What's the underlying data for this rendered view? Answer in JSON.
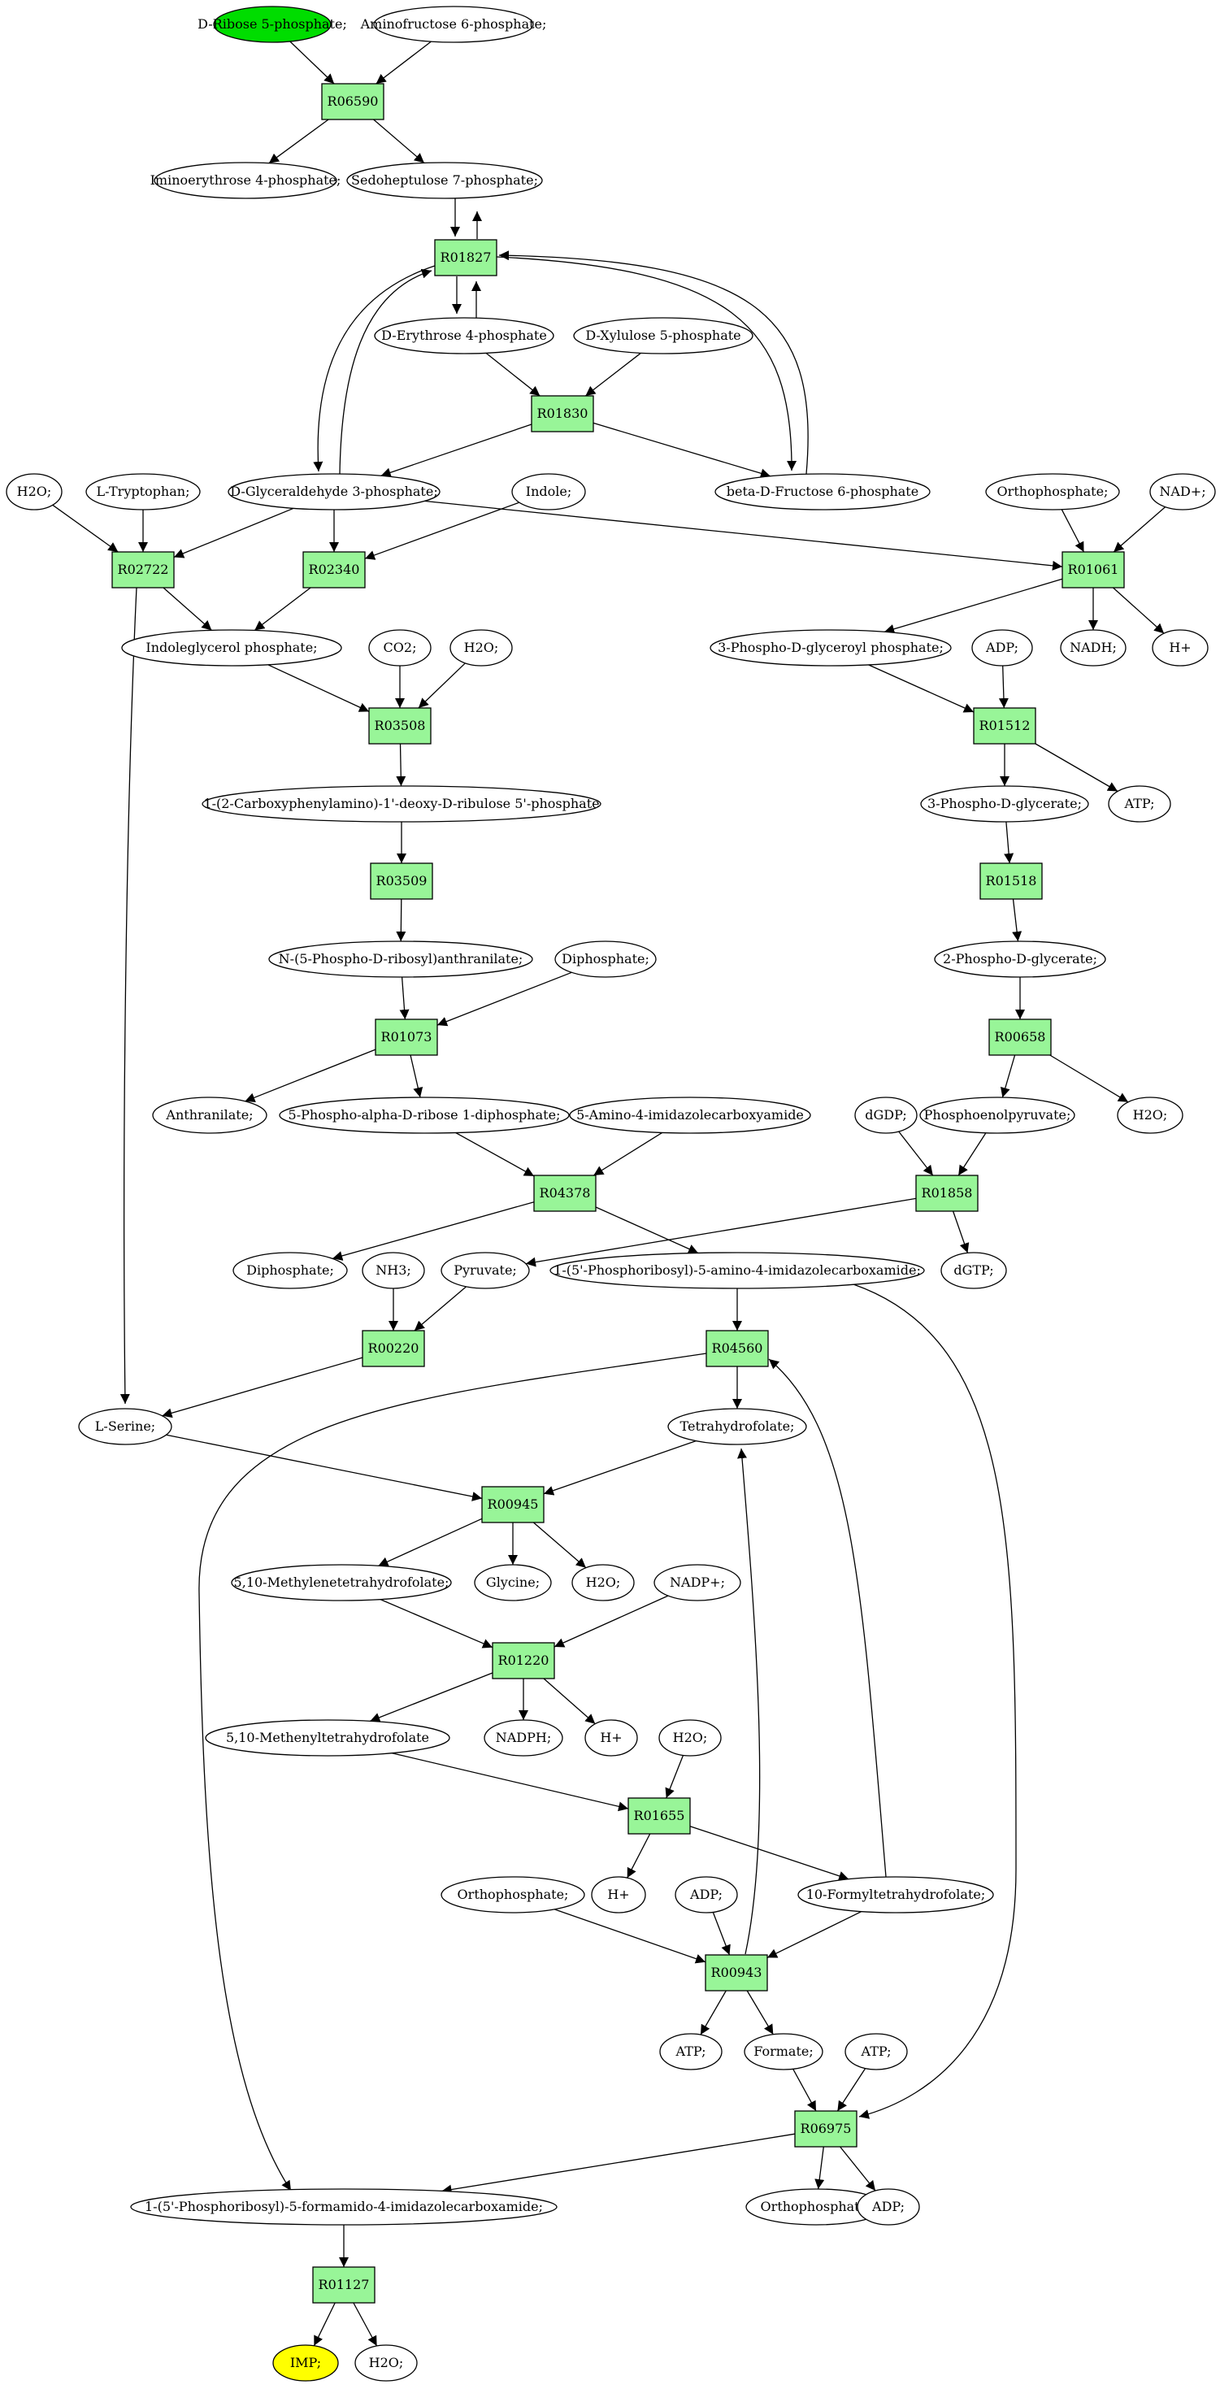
{
  "colors": {
    "compound_fill": "#ffffff",
    "reaction_fill": "#98f598",
    "start_fill": "#00dd00",
    "end_fill": "#ffff00",
    "stroke": "#000000"
  },
  "compounds": [
    {
      "id": "c_ribose5p",
      "label": "D-Ribose 5-phosphate;",
      "role": "start"
    },
    {
      "id": "c_aminofructose6p",
      "label": "Aminofructose 6-phosphate;"
    },
    {
      "id": "c_iminoerythrose4p",
      "label": "Iminoerythrose 4-phosphate;"
    },
    {
      "id": "c_sedoheptulose7p",
      "label": "Sedoheptulose 7-phosphate;"
    },
    {
      "id": "c_erythrose4p",
      "label": "D-Erythrose 4-phosphate"
    },
    {
      "id": "c_xylulose5p",
      "label": "D-Xylulose 5-phosphate"
    },
    {
      "id": "c_h2o_1",
      "label": "H2O;"
    },
    {
      "id": "c_ltryptophan",
      "label": "L-Tryptophan;"
    },
    {
      "id": "c_g3p",
      "label": "D-Glyceraldehyde 3-phosphate;"
    },
    {
      "id": "c_indole",
      "label": "Indole;"
    },
    {
      "id": "c_fructose6p",
      "label": "beta-D-Fructose 6-phosphate"
    },
    {
      "id": "c_orthophosphate_1",
      "label": "Orthophosphate;"
    },
    {
      "id": "c_nadplus",
      "label": "NAD+;"
    },
    {
      "id": "c_indoleglycerolp",
      "label": "Indoleglycerol phosphate;"
    },
    {
      "id": "c_co2",
      "label": "CO2;"
    },
    {
      "id": "c_h2o_2",
      "label": "H2O;"
    },
    {
      "id": "c_3pdgp",
      "label": "3-Phospho-D-glyceroyl phosphate;"
    },
    {
      "id": "c_adp_1",
      "label": "ADP;"
    },
    {
      "id": "c_nadh",
      "label": "NADH;"
    },
    {
      "id": "c_hplus_1",
      "label": "H+"
    },
    {
      "id": "c_cdrp",
      "label": "1-(2-Carboxyphenylamino)-1'-deoxy-D-ribulose 5'-phosphate"
    },
    {
      "id": "c_3pdg",
      "label": "3-Phospho-D-glycerate;"
    },
    {
      "id": "c_atp_1",
      "label": "ATP;"
    },
    {
      "id": "c_2pdg",
      "label": "2-Phospho-D-glycerate;"
    },
    {
      "id": "c_prant",
      "label": "N-(5-Phospho-D-ribosyl)anthranilate;"
    },
    {
      "id": "c_diphosphate_1",
      "label": "Diphosphate;"
    },
    {
      "id": "c_anthranilate",
      "label": "Anthranilate;"
    },
    {
      "id": "c_prpp",
      "label": "5-Phospho-alpha-D-ribose 1-diphosphate;"
    },
    {
      "id": "c_aica",
      "label": "5-Amino-4-imidazolecarboxyamide"
    },
    {
      "id": "c_dgdp",
      "label": "dGDP;"
    },
    {
      "id": "c_pep",
      "label": "Phosphoenolpyruvate;"
    },
    {
      "id": "c_h2o_3",
      "label": "H2O;"
    },
    {
      "id": "c_diphosphate_2",
      "label": "Diphosphate;"
    },
    {
      "id": "c_nh3",
      "label": "NH3;"
    },
    {
      "id": "c_pyruvate",
      "label": "Pyruvate;"
    },
    {
      "id": "c_aicar",
      "label": "1-(5'-Phosphoribosyl)-5-amino-4-imidazolecarboxamide;"
    },
    {
      "id": "c_dgtp",
      "label": "dGTP;"
    },
    {
      "id": "c_lserine",
      "label": "L-Serine;"
    },
    {
      "id": "c_thf",
      "label": "Tetrahydrofolate;"
    },
    {
      "id": "c_mlthf",
      "label": "5,10-Methylenetetrahydrofolate;"
    },
    {
      "id": "c_glycine",
      "label": "Glycine;"
    },
    {
      "id": "c_h2o_4",
      "label": "H2O;"
    },
    {
      "id": "c_nadpplus",
      "label": "NADP+;"
    },
    {
      "id": "c_methf",
      "label": "5,10-Methenyltetrahydrofolate"
    },
    {
      "id": "c_nadph",
      "label": "NADPH;"
    },
    {
      "id": "c_hplus_2",
      "label": "H+"
    },
    {
      "id": "c_h2o_5",
      "label": "H2O;"
    },
    {
      "id": "c_orthophosphate_2",
      "label": "Orthophosphate;"
    },
    {
      "id": "c_hplus_3",
      "label": "H+"
    },
    {
      "id": "c_adp_2",
      "label": "ADP;"
    },
    {
      "id": "c_10fthf",
      "label": "10-Formyltetrahydrofolate;"
    },
    {
      "id": "c_atp_2",
      "label": "ATP;"
    },
    {
      "id": "c_formate",
      "label": "Formate;"
    },
    {
      "id": "c_atp_3",
      "label": "ATP;"
    },
    {
      "id": "c_faicar",
      "label": "1-(5'-Phosphoribosyl)-5-formamido-4-imidazolecarboxamide;"
    },
    {
      "id": "c_orthophosphate_3",
      "label": "Orthophosphate;"
    },
    {
      "id": "c_adp_3",
      "label": "ADP;"
    },
    {
      "id": "c_imp",
      "label": "IMP;",
      "role": "end"
    },
    {
      "id": "c_h2o_6",
      "label": "H2O;"
    }
  ],
  "reactions": [
    {
      "id": "r_R06590",
      "label": "R06590"
    },
    {
      "id": "r_R01827",
      "label": "R01827"
    },
    {
      "id": "r_R01830",
      "label": "R01830"
    },
    {
      "id": "r_R02722",
      "label": "R02722"
    },
    {
      "id": "r_R02340",
      "label": "R02340"
    },
    {
      "id": "r_R01061",
      "label": "R01061"
    },
    {
      "id": "r_R03508",
      "label": "R03508"
    },
    {
      "id": "r_R01512",
      "label": "R01512"
    },
    {
      "id": "r_R03509",
      "label": "R03509"
    },
    {
      "id": "r_R01518",
      "label": "R01518"
    },
    {
      "id": "r_R01073",
      "label": "R01073"
    },
    {
      "id": "r_R00658",
      "label": "R00658"
    },
    {
      "id": "r_R04378",
      "label": "R04378"
    },
    {
      "id": "r_R01858",
      "label": "R01858"
    },
    {
      "id": "r_R00220",
      "label": "R00220"
    },
    {
      "id": "r_R04560",
      "label": "R04560"
    },
    {
      "id": "r_R00945",
      "label": "R00945"
    },
    {
      "id": "r_R01220",
      "label": "R01220"
    },
    {
      "id": "r_R01655",
      "label": "R01655"
    },
    {
      "id": "r_R00943",
      "label": "R00943"
    },
    {
      "id": "r_R06975",
      "label": "R06975"
    },
    {
      "id": "r_R01127",
      "label": "R01127"
    }
  ],
  "edges": [
    [
      "c_ribose5p",
      "r_R06590"
    ],
    [
      "c_aminofructose6p",
      "r_R06590"
    ],
    [
      "r_R06590",
      "c_iminoerythrose4p"
    ],
    [
      "r_R06590",
      "c_sedoheptulose7p"
    ],
    [
      "c_sedoheptulose7p",
      "r_R01827"
    ],
    [
      "r_R01827",
      "c_sedoheptulose7p"
    ],
    [
      "r_R01827",
      "c_erythrose4p"
    ],
    [
      "c_erythrose4p",
      "r_R01827"
    ],
    [
      "r_R01827",
      "c_g3p"
    ],
    [
      "c_g3p",
      "r_R01827"
    ],
    [
      "r_R01827",
      "c_fructose6p"
    ],
    [
      "c_fructose6p",
      "r_R01827"
    ],
    [
      "c_erythrose4p",
      "r_R01830"
    ],
    [
      "c_xylulose5p",
      "r_R01830"
    ],
    [
      "r_R01830",
      "c_g3p"
    ],
    [
      "r_R01830",
      "c_fructose6p"
    ],
    [
      "c_h2o_1",
      "r_R02722"
    ],
    [
      "c_ltryptophan",
      "r_R02722"
    ],
    [
      "c_g3p",
      "r_R02722"
    ],
    [
      "r_R02722",
      "c_indoleglycerolp"
    ],
    [
      "r_R02722",
      "c_lserine"
    ],
    [
      "c_g3p",
      "r_R02340"
    ],
    [
      "c_indole",
      "r_R02340"
    ],
    [
      "r_R02340",
      "c_indoleglycerolp"
    ],
    [
      "c_g3p",
      "r_R01061"
    ],
    [
      "c_orthophosphate_1",
      "r_R01061"
    ],
    [
      "c_nadplus",
      "r_R01061"
    ],
    [
      "r_R01061",
      "c_3pdgp"
    ],
    [
      "r_R01061",
      "c_nadh"
    ],
    [
      "r_R01061",
      "c_hplus_1"
    ],
    [
      "c_indoleglycerolp",
      "r_R03508"
    ],
    [
      "c_co2",
      "r_R03508"
    ],
    [
      "c_h2o_2",
      "r_R03508"
    ],
    [
      "r_R03508",
      "c_cdrp"
    ],
    [
      "c_3pdgp",
      "r_R01512"
    ],
    [
      "c_adp_1",
      "r_R01512"
    ],
    [
      "r_R01512",
      "c_3pdg"
    ],
    [
      "r_R01512",
      "c_atp_1"
    ],
    [
      "c_cdrp",
      "r_R03509"
    ],
    [
      "r_R03509",
      "c_prant"
    ],
    [
      "c_3pdg",
      "r_R01518"
    ],
    [
      "r_R01518",
      "c_2pdg"
    ],
    [
      "c_prant",
      "r_R01073"
    ],
    [
      "c_diphosphate_1",
      "r_R01073"
    ],
    [
      "r_R01073",
      "c_anthranilate"
    ],
    [
      "r_R01073",
      "c_prpp"
    ],
    [
      "c_2pdg",
      "r_R00658"
    ],
    [
      "r_R00658",
      "c_pep"
    ],
    [
      "r_R00658",
      "c_h2o_3"
    ],
    [
      "c_prpp",
      "r_R04378"
    ],
    [
      "c_aica",
      "r_R04378"
    ],
    [
      "r_R04378",
      "c_diphosphate_2"
    ],
    [
      "r_R04378",
      "c_aicar"
    ],
    [
      "c_dgdp",
      "r_R01858"
    ],
    [
      "c_pep",
      "r_R01858"
    ],
    [
      "r_R01858",
      "c_pyruvate"
    ],
    [
      "r_R01858",
      "c_dgtp"
    ],
    [
      "c_nh3",
      "r_R00220"
    ],
    [
      "c_pyruvate",
      "r_R00220"
    ],
    [
      "r_R00220",
      "c_lserine"
    ],
    [
      "c_aicar",
      "r_R04560"
    ],
    [
      "c_10fthf",
      "r_R04560"
    ],
    [
      "r_R04560",
      "c_thf"
    ],
    [
      "r_R04560",
      "c_faicar"
    ],
    [
      "c_aicar",
      "r_R06975"
    ],
    [
      "c_lserine",
      "r_R00945"
    ],
    [
      "c_thf",
      "r_R00945"
    ],
    [
      "r_R00945",
      "c_mlthf"
    ],
    [
      "r_R00945",
      "c_glycine"
    ],
    [
      "r_R00945",
      "c_h2o_4"
    ],
    [
      "c_mlthf",
      "r_R01220"
    ],
    [
      "c_nadpplus",
      "r_R01220"
    ],
    [
      "r_R01220",
      "c_methf"
    ],
    [
      "r_R01220",
      "c_nadph"
    ],
    [
      "r_R01220",
      "c_hplus_2"
    ],
    [
      "c_methf",
      "r_R01655"
    ],
    [
      "c_h2o_5",
      "r_R01655"
    ],
    [
      "r_R01655",
      "c_hplus_3"
    ],
    [
      "r_R01655",
      "c_10fthf"
    ],
    [
      "c_orthophosphate_2",
      "r_R00943"
    ],
    [
      "c_adp_2",
      "r_R00943"
    ],
    [
      "c_10fthf",
      "r_R00943"
    ],
    [
      "r_R00943",
      "c_thf"
    ],
    [
      "r_R00943",
      "c_atp_2"
    ],
    [
      "r_R00943",
      "c_formate"
    ],
    [
      "c_formate",
      "r_R06975"
    ],
    [
      "c_atp_3",
      "r_R06975"
    ],
    [
      "r_R06975",
      "c_faicar"
    ],
    [
      "r_R06975",
      "c_orthophosphate_3"
    ],
    [
      "r_R06975",
      "c_adp_3"
    ],
    [
      "c_faicar",
      "r_R01127"
    ],
    [
      "r_R01127",
      "c_imp"
    ],
    [
      "r_R01127",
      "c_h2o_6"
    ]
  ]
}
